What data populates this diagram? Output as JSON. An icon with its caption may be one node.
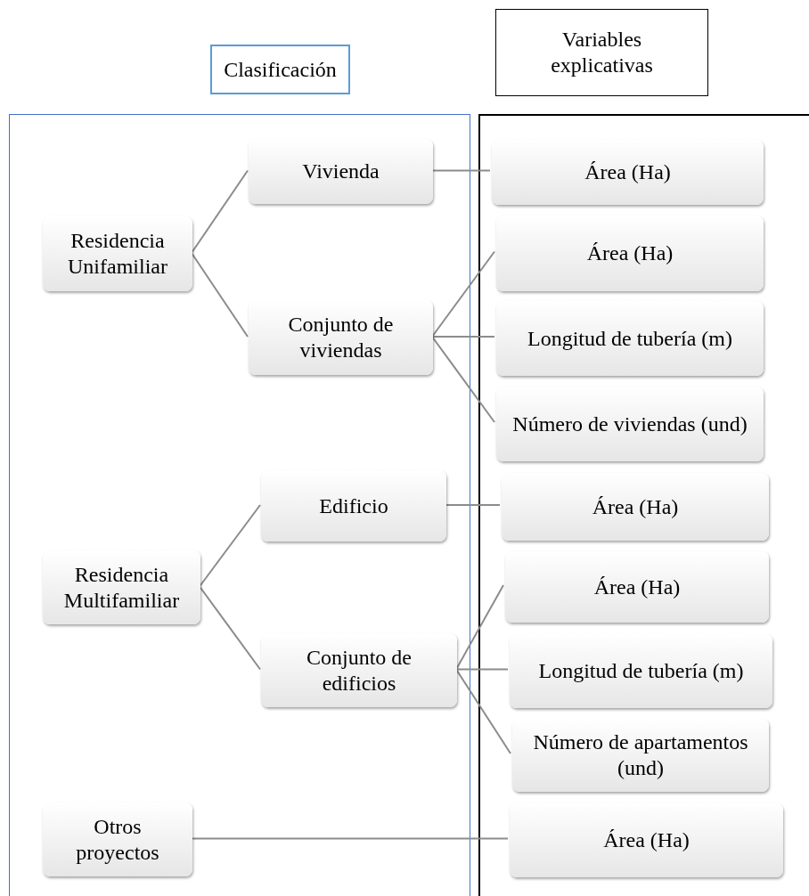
{
  "diagram": {
    "nodes": [
      {
        "text": [
          "Clasificación"
        ]
      },
      {
        "text": [
          "Variables explicativas"
        ]
      },
      {
        "text": [],
        "shape": "box"
      },
      {
        "text": [],
        "shape": "box"
      },
      {
        "text": [
          "Residencia Unifamiliar"
        ],
        "in": 2
      },
      {
        "text": [
          "Vivienda"
        ],
        "in": 2
      },
      {
        "text": [
          "Conjunto de viviendas"
        ],
        "in": 2
      },
      {
        "text": [
          "Residencia Multifamiliar"
        ],
        "in": 2
      },
      {
        "text": [
          "Edificio"
        ],
        "in": 2
      },
      {
        "text": [
          "Conjunto de edificios"
        ],
        "in": 2
      },
      {
        "text": [
          "Otros proyectos"
        ],
        "in": 2
      },
      {
        "text": [
          "Área (Ha)"
        ],
        "in": 3
      },
      {
        "text": [
          "Área (Ha)"
        ],
        "in": 3
      },
      {
        "text": [
          "Longitud de tubería (m)"
        ],
        "in": 3
      },
      {
        "text": [
          "Número de viviendas (und)"
        ],
        "in": 3
      },
      {
        "text": [
          "Área (Ha)"
        ],
        "in": 3
      },
      {
        "text": [
          "Área (Ha)"
        ],
        "in": 3
      },
      {
        "text": [
          "Longitud de tubería (m)"
        ],
        "in": 3
      },
      {
        "text": [
          "Número de apartamentos (und)"
        ],
        "in": 3
      },
      {
        "text": [
          "Área (Ha)"
        ],
        "in": 3
      }
    ],
    "edges": [
      {
        "from": 4,
        "to": 5,
        "arrow": "none"
      },
      {
        "from": 4,
        "to": 6,
        "arrow": "none"
      },
      {
        "from": 5,
        "to": 11,
        "arrow": "none"
      },
      {
        "from": 6,
        "to": 12,
        "arrow": "none"
      },
      {
        "from": 6,
        "to": 13,
        "arrow": "none"
      },
      {
        "from": 6,
        "to": 14,
        "arrow": "none"
      },
      {
        "from": 7,
        "to": 8,
        "arrow": "none"
      },
      {
        "from": 7,
        "to": 9,
        "arrow": "none"
      },
      {
        "from": 8,
        "to": 15,
        "arrow": "none"
      },
      {
        "from": 9,
        "to": 16,
        "arrow": "none"
      },
      {
        "from": 9,
        "to": 17,
        "arrow": "none"
      },
      {
        "from": 9,
        "to": 18,
        "arrow": "none"
      },
      {
        "from": 10,
        "to": 19,
        "arrow": "none"
      }
    ]
  }
}
